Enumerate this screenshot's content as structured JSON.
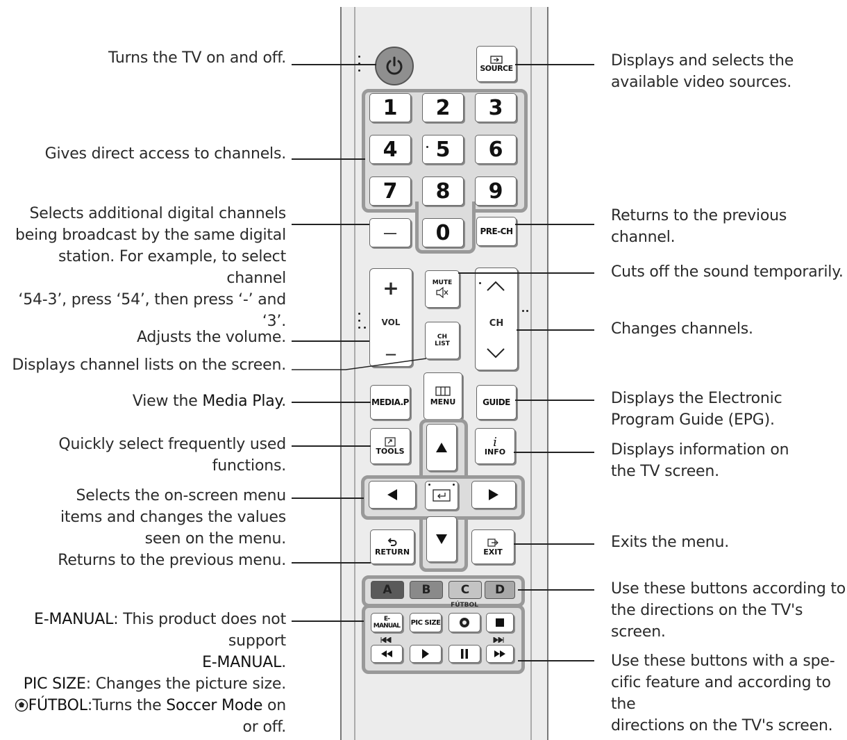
{
  "left_annotations": {
    "power": "Turns the TV on and off.",
    "numbers": "Gives direct access to channels.",
    "dash_1": "Selects additional digital channels",
    "dash_2": "being broadcast by the same digital",
    "dash_3": "station. For example, to select channel",
    "dash_4": "‘54-3’, press ‘54’, then press ‘-’ and ‘3’.",
    "volume": "Adjusts the volume.",
    "ch_list": "Displays channel lists on the screen.",
    "media_prefix": "View the ",
    "media_bold": "Media Play",
    "media_suffix": ".",
    "tools_1": "Quickly select frequently used",
    "tools_2": "functions.",
    "nav_1": "Selects the on-screen menu",
    "nav_2": "items and changes the values",
    "nav_3": "seen on the menu.",
    "return": "Returns to the previous menu.",
    "emanual_label": "E-MANUAL",
    "emanual_text": ": This product does not support",
    "emanual_2": "E-MANUAL",
    "emanual_2_suffix": ".",
    "picsize_label": "PIC SIZE",
    "picsize_text": ": Changes the picture size.",
    "futbol_label": "FÚTBOL",
    "futbol_text": ":Turns the ",
    "futbol_bold": "Soccer Mode",
    "futbol_suffix": " on",
    "futbol_2": "or off."
  },
  "right_annotations": {
    "source_1": "Displays and selects the",
    "source_2": "available video sources.",
    "prech": "Returns to the previous channel.",
    "mute": "Cuts off the sound temporarily.",
    "channel": "Changes channels.",
    "guide_1": "Displays the Electronic",
    "guide_2": "Program Guide (EPG).",
    "info_1": "Displays information on",
    "info_2": "the TV screen.",
    "exit": "Exits the menu.",
    "color_1": "Use these buttons according to",
    "color_2": "the directions on the TV's screen.",
    "media_1": "Use these buttons with a spe-",
    "media_2": "cific feature and according to the",
    "media_3": "directions on the TV's screen."
  },
  "remote": {
    "source": "SOURCE",
    "digits": [
      "1",
      "2",
      "3",
      "4",
      "5",
      "6",
      "7",
      "8",
      "9",
      "0"
    ],
    "dash": "—",
    "prech": "PRE-CH",
    "vol": "VOL",
    "vol_plus": "+",
    "vol_minus": "—",
    "mute": "MUTE",
    "ch": "CH",
    "ch_list_1": "CH",
    "ch_list_2": "LIST",
    "media_p": "MEDIA.P",
    "menu": "MENU",
    "guide": "GUIDE",
    "tools": "TOOLS",
    "info_i": "i",
    "info": "INFO",
    "return": "RETURN",
    "exit": "EXIT",
    "colors": [
      {
        "label": "A",
        "color": "#5a5a5a"
      },
      {
        "label": "B",
        "color": "#8a8a8a"
      },
      {
        "label": "C",
        "color": "#c4c4c4"
      },
      {
        "label": "D",
        "color": "#a8a8a8"
      }
    ],
    "emanual": "E-MANUAL",
    "picsize": "PIC SIZE",
    "futbol": "FÚTBOL"
  }
}
